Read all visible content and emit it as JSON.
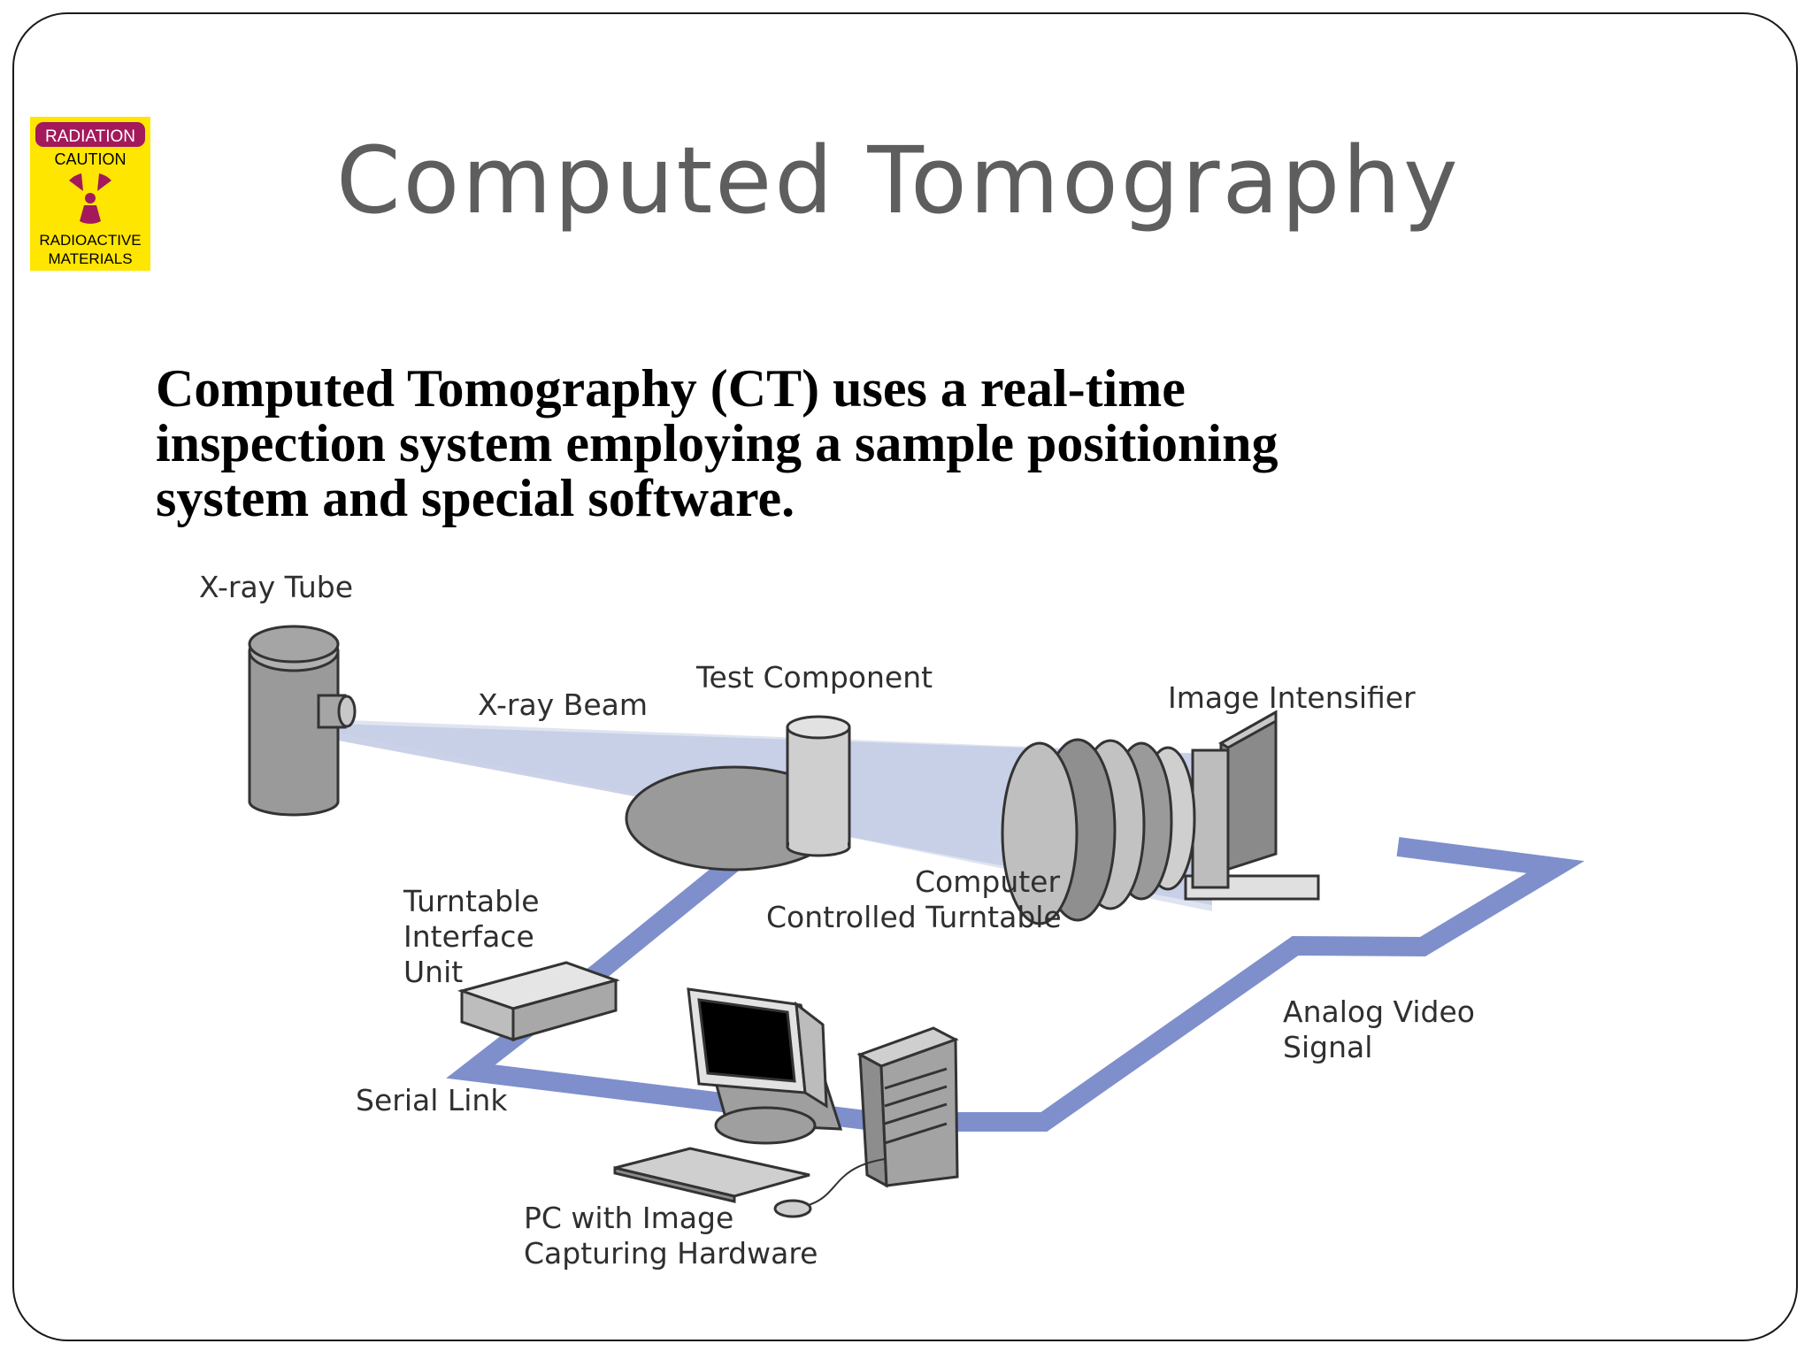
{
  "slide": {
    "title": "Computed Tomography",
    "body_lines": [
      "Computed Tomography (CT) uses a real-time",
      "inspection system employing a sample positioning",
      "system and special software."
    ]
  },
  "warning_sign": {
    "line1": "RADIATION",
    "line2": "CAUTION",
    "line3": "RADIOACTIVE",
    "line4": "MATERIALS",
    "icon": "radiation-trefoil-icon",
    "background_color": "#ffe600",
    "accent_color": "#a3195b"
  },
  "diagram": {
    "labels": {
      "xray_tube": "X-ray Tube",
      "xray_beam": "X-ray Beam",
      "test_component": "Test Component",
      "image_intensifier": "Image Intensifier",
      "turntable_line1": "Computer",
      "turntable_line2": "Controlled Turntable",
      "interface_line1": "Turntable",
      "interface_line2": "Interface",
      "interface_line3": "Unit",
      "serial_link": "Serial Link",
      "analog_line1": "Analog Video",
      "analog_line2": "Signal",
      "pc_line1": "PC with Image",
      "pc_line2": "Capturing Hardware"
    },
    "colors": {
      "cable": "#7f8fcc",
      "beam": "#c5cde6",
      "equipment_gray": "#9a9a9a",
      "outline": "#333333"
    }
  }
}
